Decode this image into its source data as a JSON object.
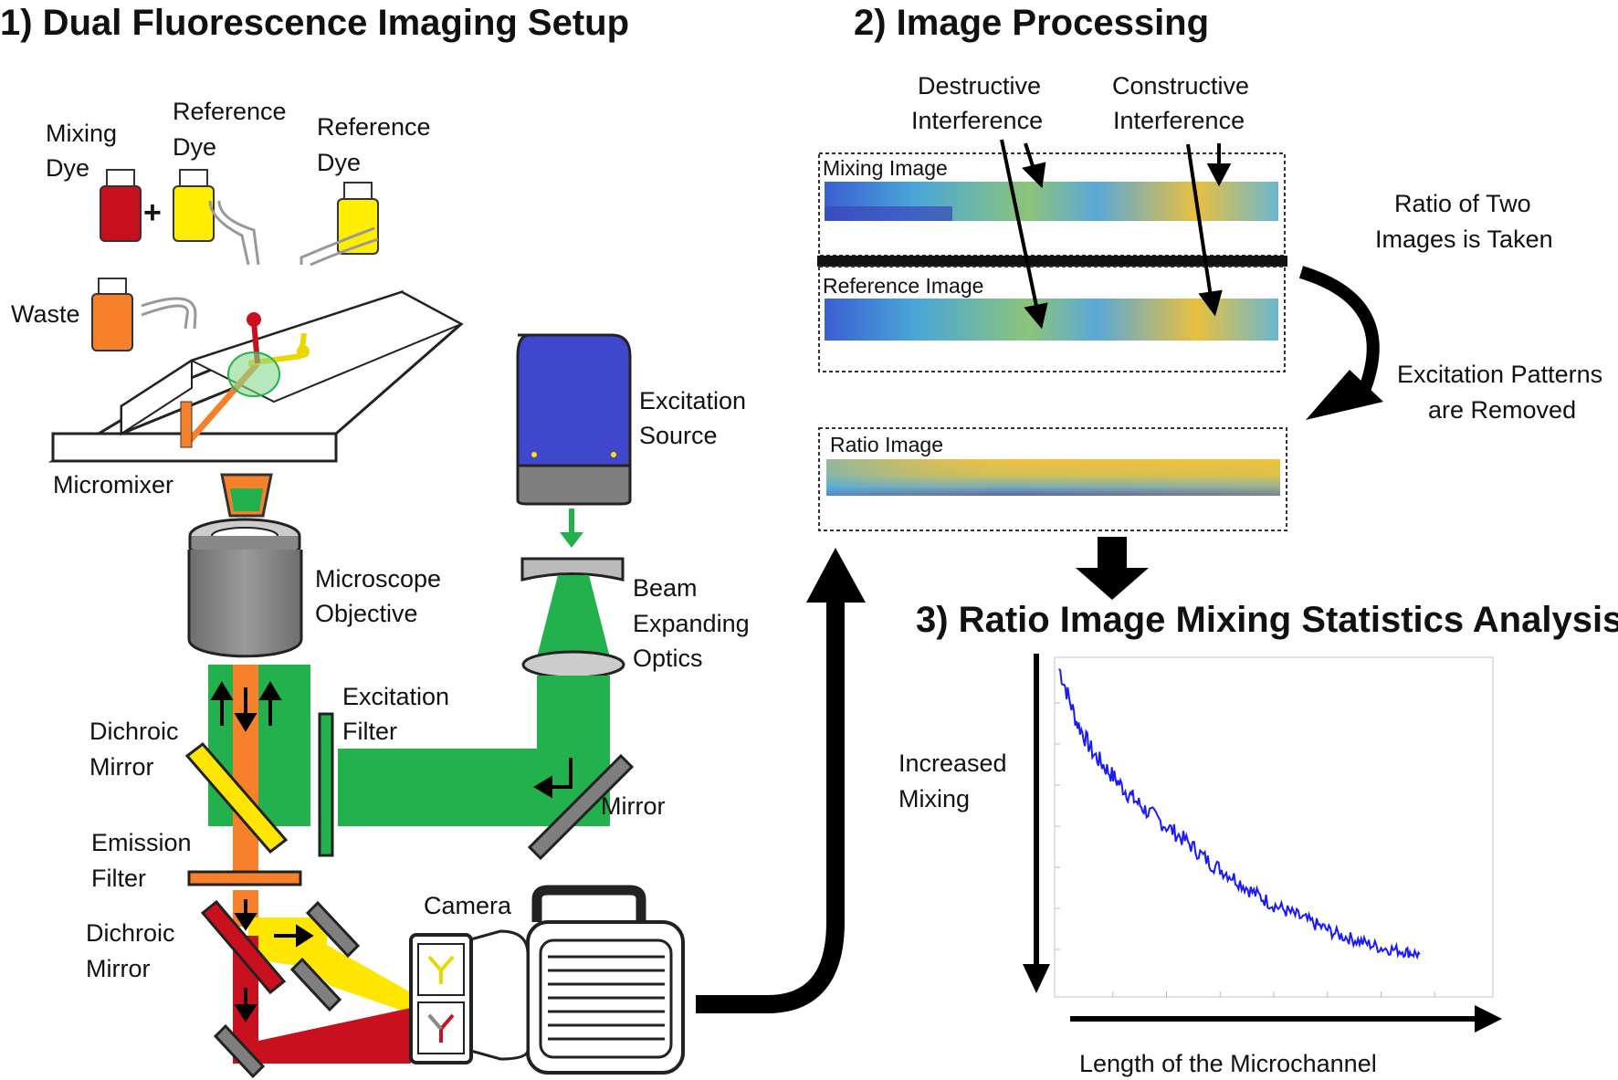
{
  "sections": {
    "setup_title": "1) Dual Fluorescence Imaging Setup",
    "processing_title": "2) Image Processing",
    "analysis_title": "3) Ratio Image Mixing Statistics Analysis"
  },
  "setup_labels": {
    "mixing_dye": [
      "Mixing",
      "Dye"
    ],
    "reference_dye_1": [
      "Reference",
      "Dye"
    ],
    "reference_dye_2": [
      "Reference",
      "Dye"
    ],
    "waste": "Waste",
    "micromixer": "Micromixer",
    "plus": "+",
    "excitation_source": [
      "Excitation",
      "Source"
    ],
    "microscope_objective": [
      "Microscope",
      "Objective"
    ],
    "beam_expanding_optics": [
      "Beam",
      "Expanding",
      "Optics"
    ],
    "excitation_filter": [
      "Excitation",
      "Filter"
    ],
    "dichroic_mirror_1": [
      "Dichroic",
      "Mirror"
    ],
    "mirror": "Mirror",
    "emission_filter": [
      "Emission",
      "Filter"
    ],
    "dichroic_mirror_2": [
      "Dichroic",
      "Mirror"
    ],
    "camera": "Camera"
  },
  "processing_labels": {
    "destructive": [
      "Destructive",
      "Interference"
    ],
    "constructive": [
      "Constructive",
      "Interference"
    ],
    "mixing_image": "Mixing Image",
    "reference_image": "Reference Image",
    "ratio_image": "Ratio Image",
    "ratio_note": [
      "Ratio of Two",
      "Images is Taken"
    ],
    "excitation_note": [
      "Excitation Patterns",
      "are Removed"
    ]
  },
  "analysis_labels": {
    "y_axis": [
      "Increased",
      "Mixing"
    ],
    "x_axis": "Length of the Microchannel"
  },
  "colors": {
    "green_beam": "#22b14c",
    "orange_beam": "#f7812a",
    "yellow_beam": "#ffe600",
    "red_beam": "#c8101e",
    "source_blue": "#3f48cc",
    "curve_blue": "#1a1aff"
  },
  "chart_data": {
    "type": "line",
    "title": "",
    "xlabel": "Length of the Microchannel",
    "ylabel": "Increased Mixing",
    "x_range": [
      0,
      1
    ],
    "y_range": [
      0,
      1
    ],
    "series": [
      {
        "x": [
          0,
          0.04,
          0.08,
          0.12,
          0.16,
          0.2,
          0.25,
          0.3,
          0.35,
          0.4,
          0.45,
          0.5,
          0.55,
          0.6,
          0.65,
          0.7,
          0.75,
          0.8,
          0.84
        ],
        "values": [
          0.98,
          0.82,
          0.72,
          0.66,
          0.6,
          0.55,
          0.5,
          0.45,
          0.39,
          0.35,
          0.3,
          0.26,
          0.23,
          0.2,
          0.17,
          0.15,
          0.13,
          0.12,
          0.11
        ]
      }
    ]
  }
}
